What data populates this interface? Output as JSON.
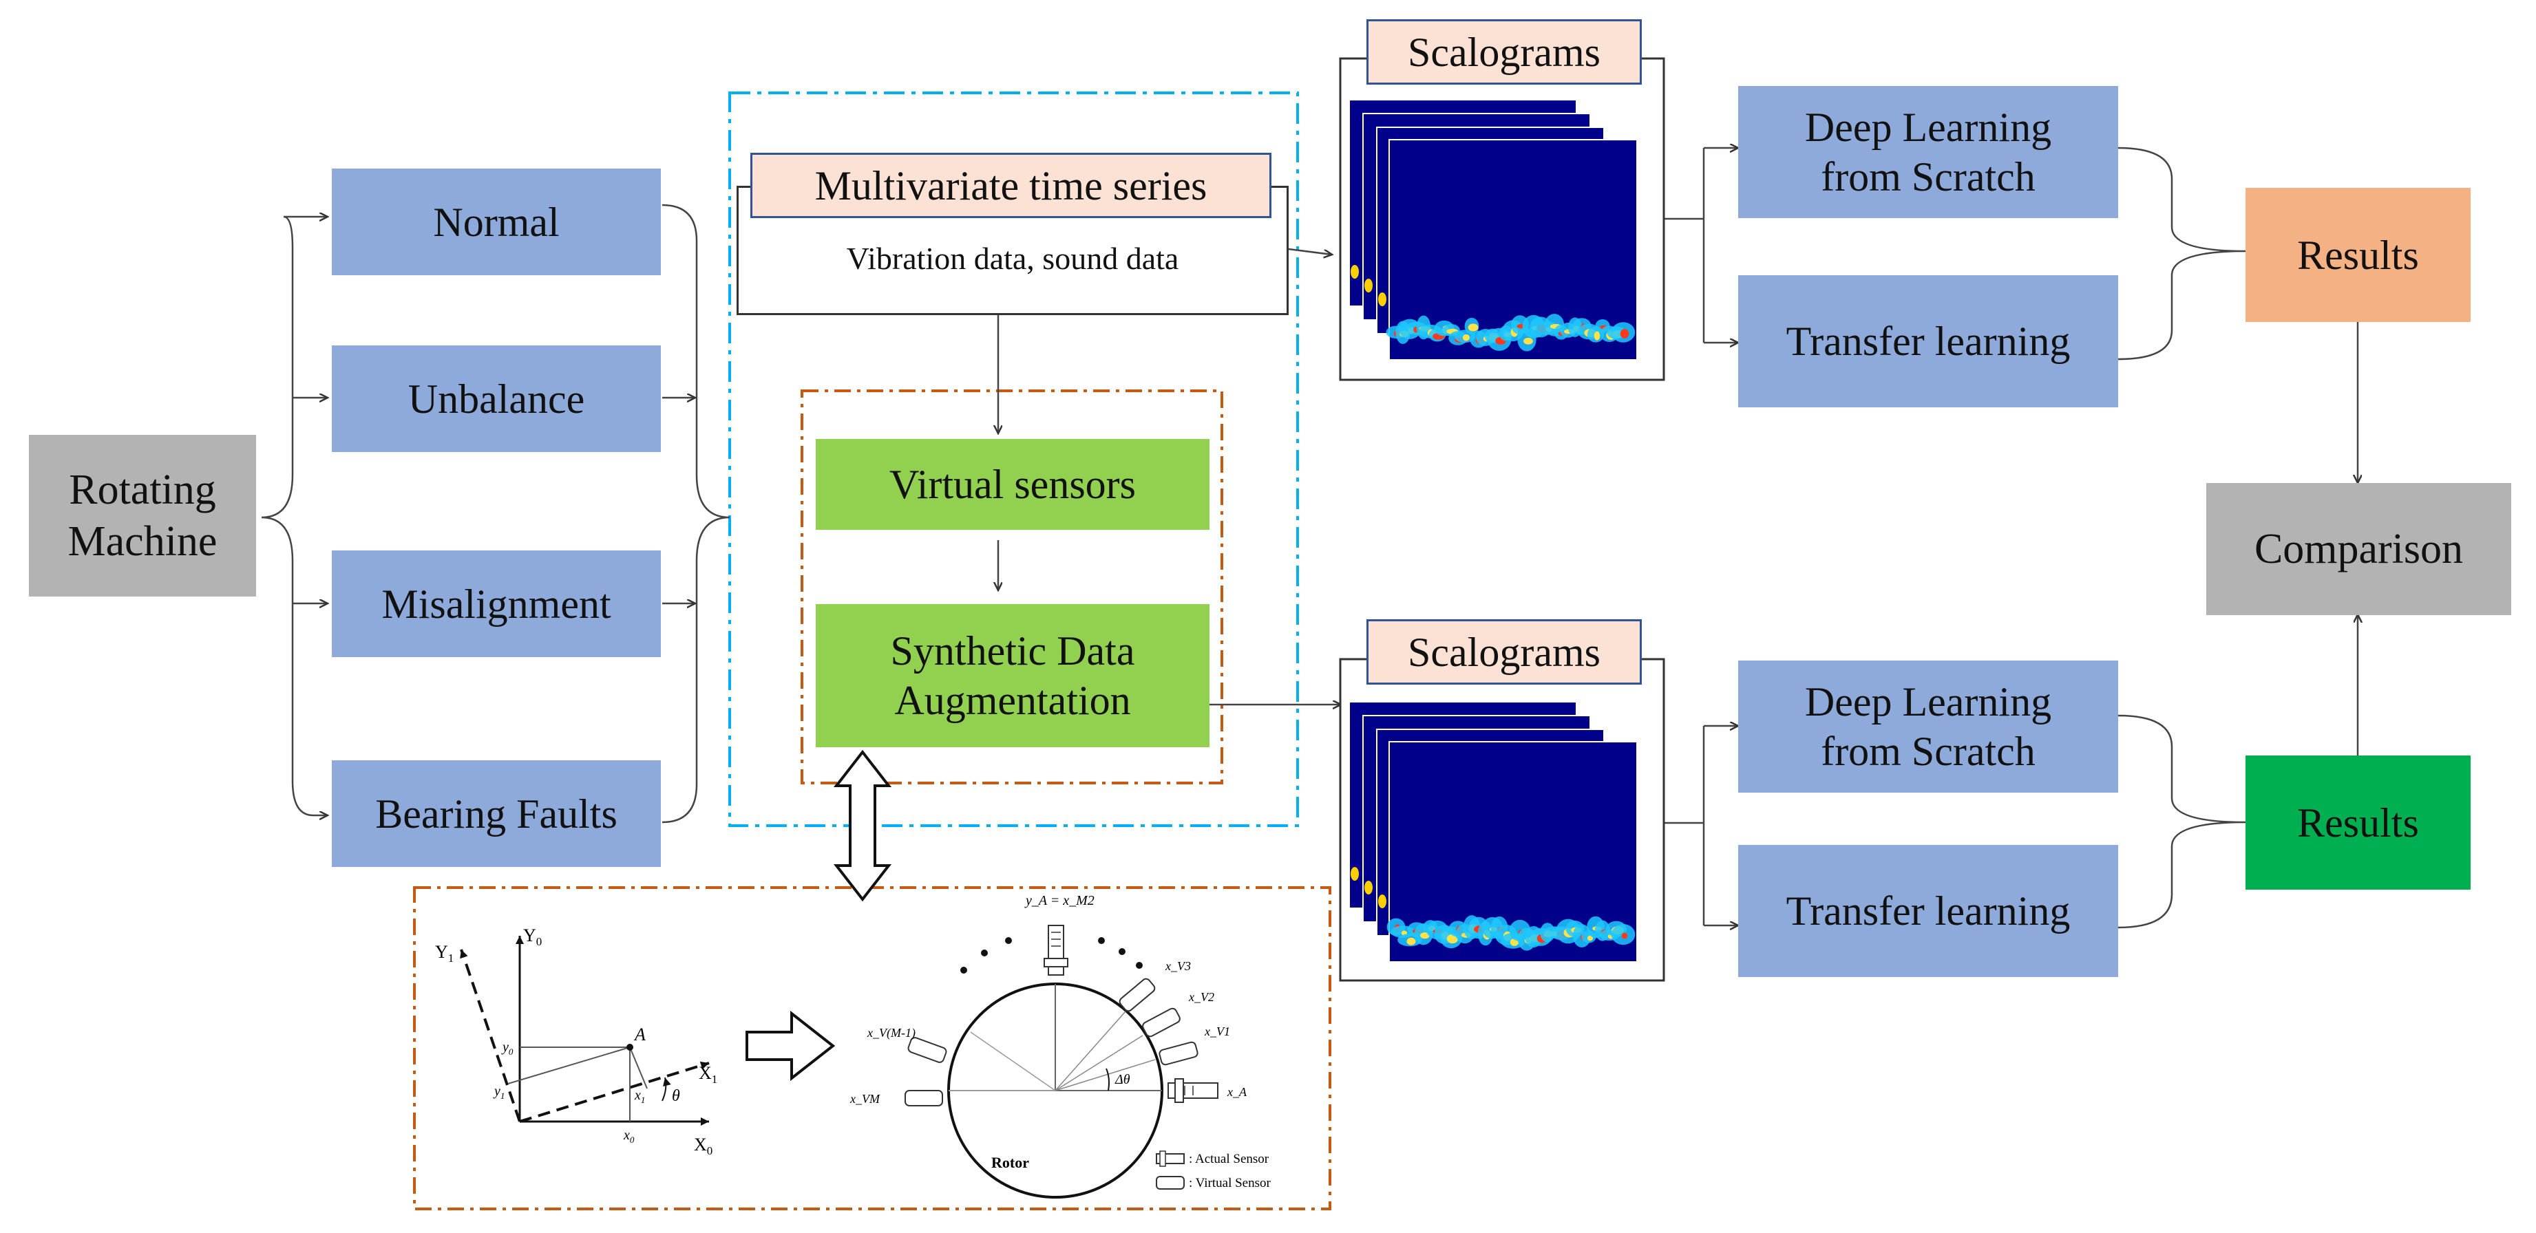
{
  "colors": {
    "blue_box": "#8eaadb",
    "green_box": "#92d050",
    "gray_box": "#b3b3b3",
    "peach_label": "#fbe2d5",
    "orange_result": "#f4b183",
    "green_result": "#00b050",
    "cyan_dash": "#00b0f0",
    "orange_dash": "#c55a11",
    "scalogram_bg": "#00008b"
  },
  "source": {
    "label": "Rotating Machine"
  },
  "conditions": [
    "Normal",
    "Unbalance",
    "Misalignment",
    "Bearing Faults"
  ],
  "timeseries": {
    "title": "Multivariate time series",
    "subtitle": "Vibration data, sound data"
  },
  "virtual": {
    "sensors_label": "Virtual sensors",
    "augmentation_label": "Synthetic Data Augmentation"
  },
  "branches": [
    {
      "scalogram_label": "Scalograms",
      "methods": [
        "Deep Learning from Scratch",
        "Transfer learning"
      ],
      "result_label": "Results"
    },
    {
      "scalogram_label": "Scalograms",
      "methods": [
        "Deep Learning from Scratch",
        "Transfer learning"
      ],
      "result_label": "Results"
    }
  ],
  "comparison": {
    "label": "Comparison"
  },
  "rotation_figure": {
    "axis_labels": {
      "y0": "Y",
      "y0_sub": "0",
      "y1": "Y",
      "y1_sub": "1",
      "x0": "X",
      "x0_sub": "0",
      "x1": "X",
      "x1_sub": "1",
      "point": "A",
      "angle": "θ"
    },
    "coord_labels": {
      "y0": "y",
      "y0_sub": "0",
      "y1": "y",
      "y1_sub": "1",
      "x0": "x",
      "x0_sub": "0",
      "x1": "x",
      "x1_sub": "1"
    }
  },
  "sensor_figure": {
    "rotor_label": "Rotor",
    "delta_label": "Δθ",
    "sensor_labels": [
      "y_A = x_M2",
      "x_V3",
      "x_V2",
      "x_V1",
      "x_A",
      "x_V(M-1)",
      "x_VM"
    ],
    "legend": [
      ": Actual Sensor",
      ": Virtual Sensor"
    ]
  }
}
